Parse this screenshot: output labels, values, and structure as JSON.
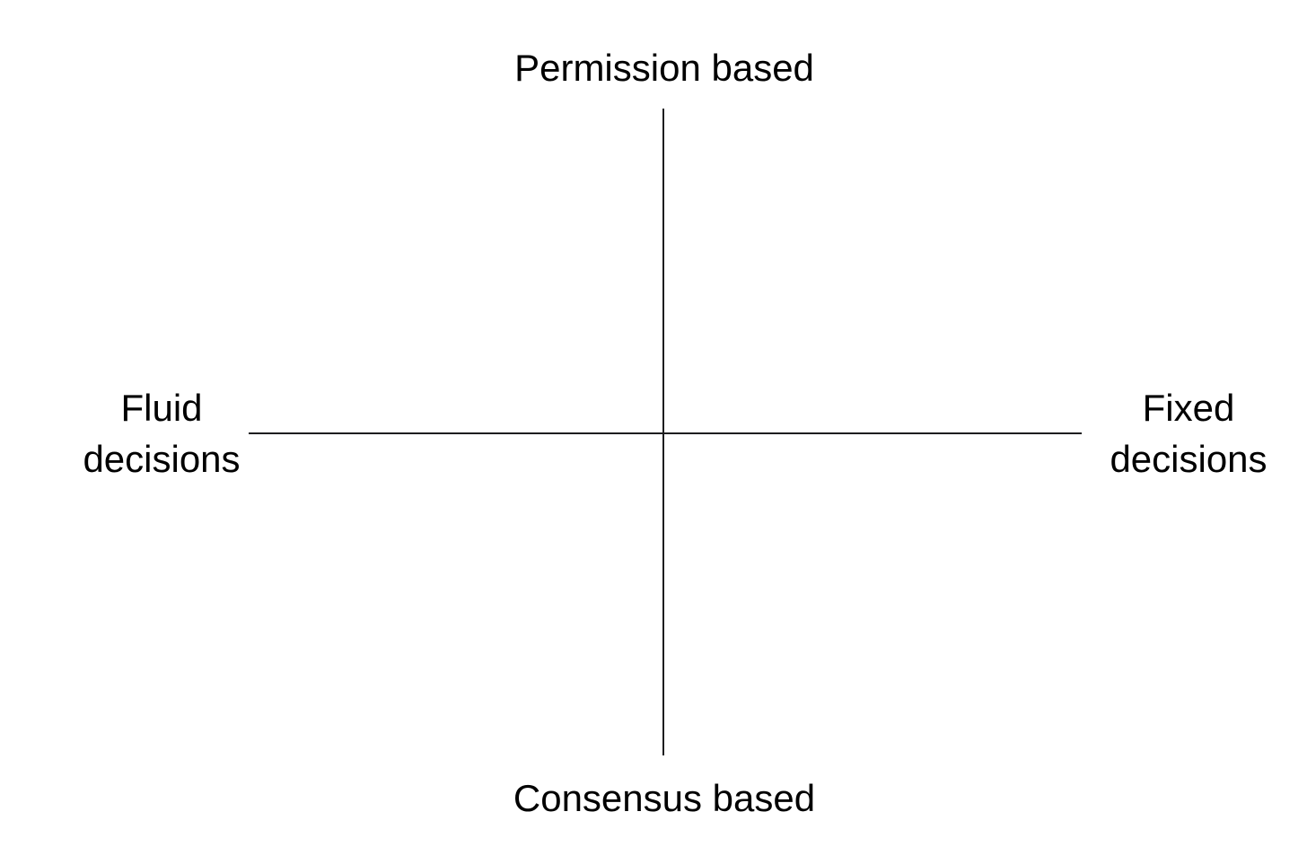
{
  "diagram": {
    "type": "quadrant-axes",
    "axis_labels": {
      "top": "Permission based",
      "bottom": "Consensus based",
      "left_line1": "Fluid",
      "left_line2": "decisions",
      "right_line1": "Fixed",
      "right_line2": "decisions"
    },
    "colors": {
      "background": "#ffffff",
      "line": "#1d1d1f",
      "text": "#000000"
    }
  }
}
